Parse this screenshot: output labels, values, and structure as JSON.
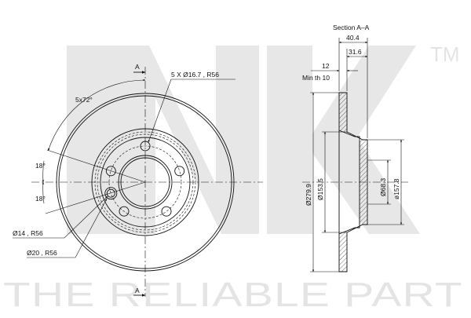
{
  "brand": {
    "tm": "TM",
    "tagline": "THE RELIABLE PART"
  },
  "front_view": {
    "section_mark_top": "A",
    "section_mark_bottom": "A",
    "bolt_holes": "5 X Ø16.7 , R56",
    "bolt_pattern": "5x72°",
    "angle_upper": "18°",
    "angle_lower": "18°",
    "small_hole": "Ø14 , R56",
    "large_hole": "Ø20 , R56"
  },
  "section_view": {
    "title": "Section A–A",
    "total_height": "40.4",
    "hat_height": "31.6",
    "thickness": "12",
    "min_thickness": "Min th 10",
    "outer_diameter": "Ø279.9",
    "hat_diameter": "Ø153.5",
    "center_bore": "Ø68.3",
    "hub_diameter": "ø157.8"
  }
}
